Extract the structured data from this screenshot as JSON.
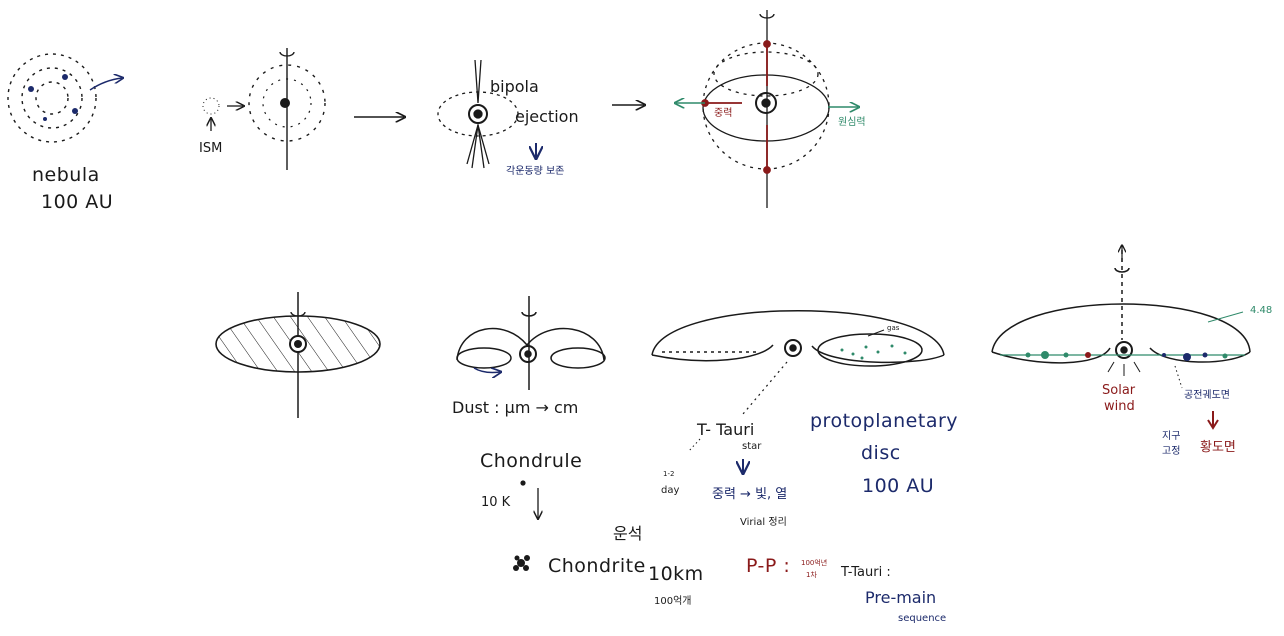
{
  "labels": {
    "nebula": "nebula",
    "nebula_size": "100 AU",
    "ism": "ISM",
    "bipola": "bipola",
    "ejection": "ejection",
    "angular_momentum": "각운동량 보존",
    "gravity": "중력",
    "centrifugal": "원심력",
    "dust": "Dust : μm → cm",
    "chondrule": "Chondrule",
    "chondrule_size": "10 K",
    "meteorite": "운석",
    "chondrite": "Chondrite",
    "chondrite_size": "10km",
    "chondrite_count": "100억개",
    "ttauri_star_name": "T- Tauri",
    "ttauri_star_word": "star",
    "day_top": "1-2",
    "day_bottom": "day",
    "gravity_to_light": "중력 → 빛, 열",
    "virial": "Virial 정리",
    "pp": "P-P :",
    "pp_years": "100억년",
    "pp_unit": "1차",
    "ttauri_pre": "T-Tauri :",
    "pre_main": "Pre-main",
    "sequence": "sequence",
    "protoplanetary": "protoplanetary",
    "disc": "disc",
    "disc_size": "100 AU",
    "gas": "gas",
    "age": "4.48",
    "solar": "Solar",
    "wind": "wind",
    "orbital_plane": "공전궤도면",
    "earth_fixed_top": "지구",
    "earth_fixed_bottom": "고정",
    "ecliptic": "황도면"
  },
  "colors": {
    "ink": "#1a1a1a",
    "navy": "#1c2a6b",
    "red": "#8a1a1a",
    "green": "#2f8a6a"
  }
}
